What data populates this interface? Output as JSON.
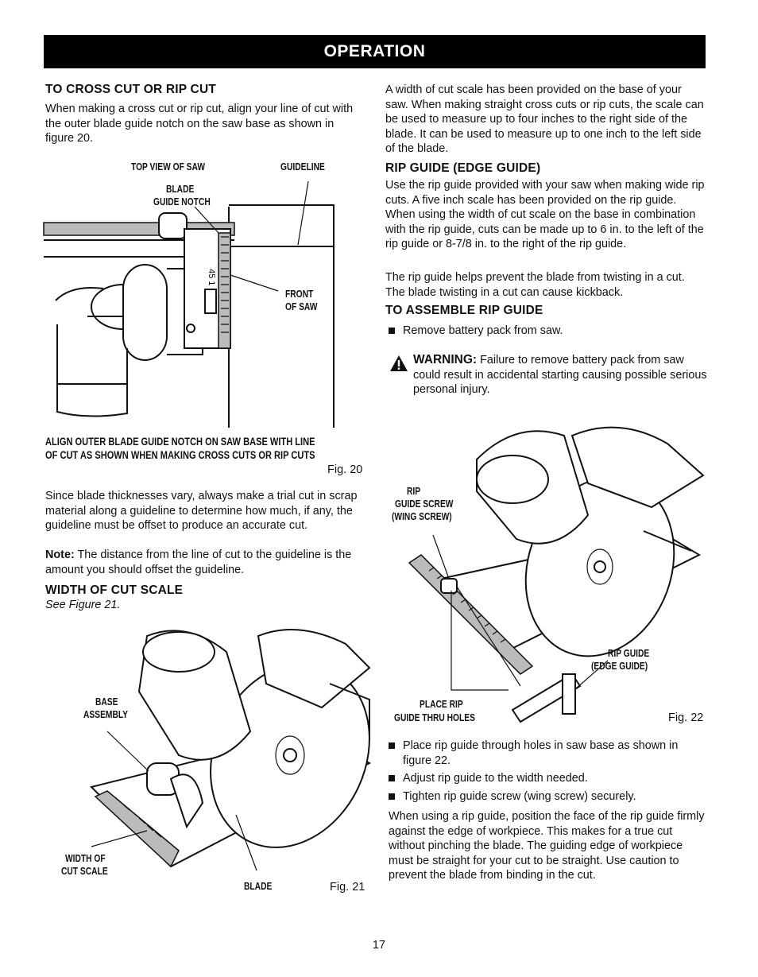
{
  "header": {
    "title": "OPERATION"
  },
  "left": {
    "cross_cut": {
      "heading": "TO CROSS CUT OR RIP CUT",
      "text": "When making a cross cut or rip cut, align your line of cut with the outer blade guide notch on the saw base as shown in figure 20."
    },
    "fig20": {
      "label_top_view": "TOP VIEW OF SAW",
      "label_guideline": "GUIDELINE",
      "label_blade": "BLADE",
      "label_guide_notch": "GUIDE NOTCH",
      "label_front": "FRONT",
      "label_of_saw": "OF SAW",
      "caption_line1": "ALIGN OUTER BLADE GUIDE NOTCH ON SAW BASE WITH LINE",
      "caption_line2": "OF CUT AS SHOWN WHEN MAKING CROSS CUTS OR RIP CUTS",
      "fig_label": "Fig. 20",
      "scale_marks": "45 1"
    },
    "trial_cut": {
      "text": "Since blade thicknesses vary, always make a trial cut in scrap material along a guideline to determine how much, if any, the guideline must be offset to produce an accurate cut.",
      "note_label": "Note:",
      "note_text": " The distance from the line of cut to the guideline is the amount you should offset the guideline."
    },
    "width_scale": {
      "heading": "WIDTH OF CUT SCALE",
      "see": "See Figure 21."
    },
    "fig21": {
      "label_base": "BASE",
      "label_assembly": "ASSEMBLY",
      "label_width_of": "WIDTH OF",
      "label_cut_scale": "CUT SCALE",
      "label_blade": "BLADE",
      "fig_label": "Fig. 21"
    }
  },
  "right": {
    "width_para": "A width of cut scale has been provided on the base of your saw. When making straight cross cuts or rip cuts, the scale can be used to measure up to four inches to the right side of the blade. It can be used to measure up to one inch to the left side of the blade.",
    "rip_guide": {
      "heading": "RIP GUIDE (EDGE GUIDE)",
      "text1": "Use the rip guide provided with your saw when making wide rip cuts. A five inch scale has been provided on the rip guide. When using the width of cut scale on the base in combination with the rip guide, cuts can be made up to 6 in. to the left of the rip guide or 8-7/8 in. to the right of the rip guide.",
      "text2": "The rip guide helps prevent the blade from twisting in a cut. The blade twisting in a cut can cause kickback."
    },
    "assemble": {
      "heading": "TO ASSEMBLE RIP GUIDE",
      "bullet1": "Remove battery pack from saw.",
      "warning_label": "WARNING:",
      "warning_text": " Failure to remove battery pack from saw could result in accidental starting causing possible serious personal injury."
    },
    "fig22": {
      "label_rip": "RIP",
      "label_guide_screw": "GUIDE SCREW",
      "label_wing_screw": "(WING SCREW)",
      "label_rip_guide": "RIP GUIDE",
      "label_edge_guide": "(EDGE GUIDE)",
      "label_place_rip": "PLACE RIP",
      "label_thru_holes": "GUIDE THRU HOLES",
      "fig_label": "Fig. 22"
    },
    "bullets": [
      "Place rip guide through holes in saw base as shown in figure 22.",
      "Adjust rip guide to the width needed.",
      "Tighten rip guide screw (wing screw) securely."
    ],
    "closing": "When using a rip guide, position the face of the rip guide firmly against the edge of workpiece. This makes for a true cut without pinching the blade. The guiding edge of workpiece must be straight for your cut to be straight. Use caution to prevent the blade from binding in the cut."
  },
  "footer": {
    "page_number": "17"
  }
}
